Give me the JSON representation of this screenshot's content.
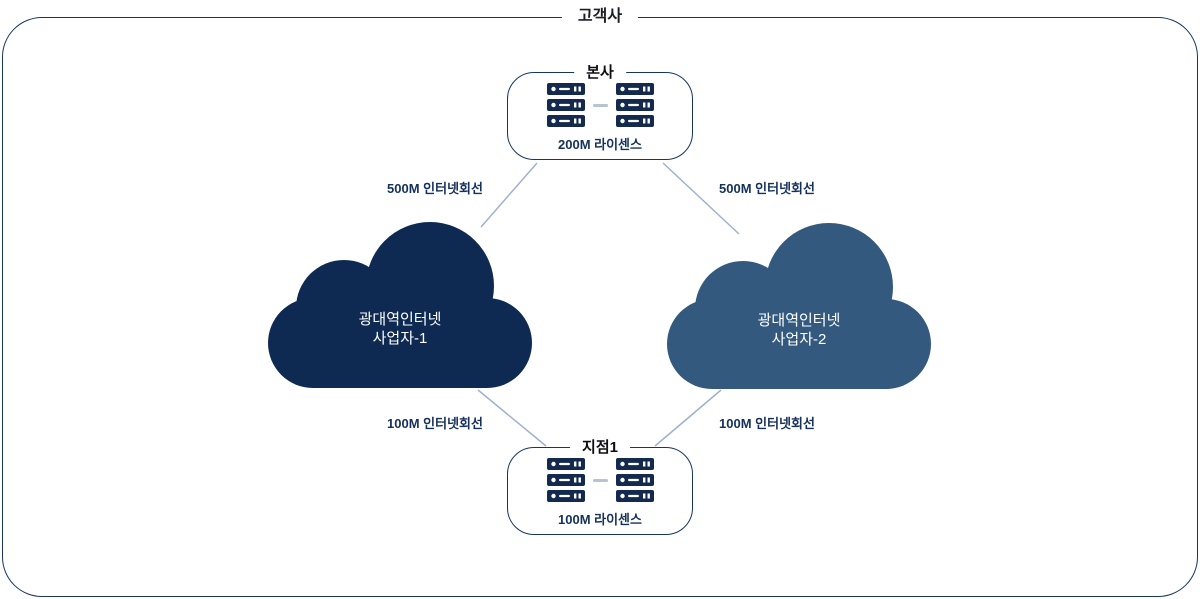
{
  "colors": {
    "background": "#ffffff",
    "frame_border": "#16355f",
    "boundary_label": "#1d1d24",
    "node_title": "#0d0d12",
    "label_navy": "#14305c",
    "link_line": "#9fb1cd",
    "cloud1": "#0f2a52",
    "cloud2": "#33597f",
    "server_fill": "#13294e",
    "dash": "#b6c2d5"
  },
  "boundary": {
    "label": "고객사"
  },
  "nodes": {
    "hq": {
      "title": "본사",
      "license": "200M 라이센스"
    },
    "branch": {
      "title": "지점1",
      "license": "100M 라이센스"
    },
    "isp1": {
      "name_line1": "광대역인터넷",
      "name_line2": "사업자-1"
    },
    "isp2": {
      "name_line1": "광대역인터넷",
      "name_line2": "사업자-2"
    }
  },
  "links": {
    "hq_isp1": {
      "label": "500M 인터넷회선"
    },
    "hq_isp2": {
      "label": "500M 인터넷회선"
    },
    "isp1_branch": {
      "label": "100M 인터넷회선"
    },
    "isp2_branch": {
      "label": "100M 인터넷회선"
    }
  }
}
